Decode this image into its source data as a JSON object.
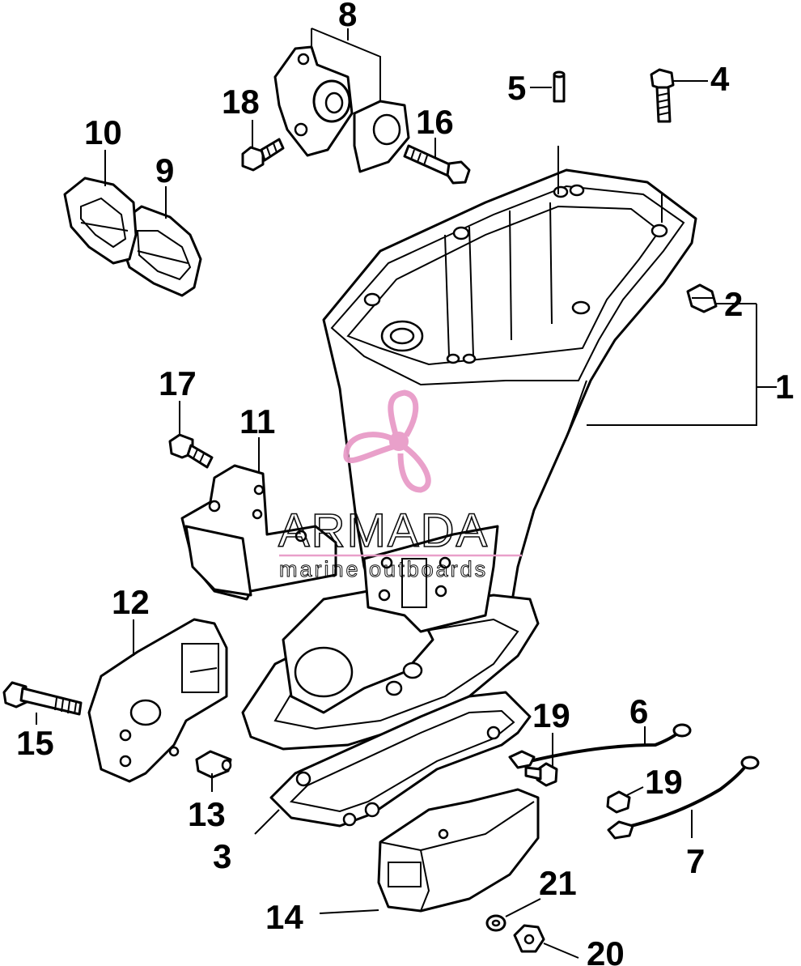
{
  "watermark": {
    "brand": "ARMADA",
    "tagline": "marine outboards",
    "accent_color": "#e89bc8",
    "icon": "propeller-icon"
  },
  "callouts": {
    "c1": "1",
    "c2": "2",
    "c3": "3",
    "c4": "4",
    "c5": "5",
    "c6": "6",
    "c7": "7",
    "c8": "8",
    "c9": "9",
    "c10": "10",
    "c11": "11",
    "c12": "12",
    "c13": "13",
    "c14": "14",
    "c15": "15",
    "c16": "16",
    "c17": "17",
    "c18": "18",
    "c19a": "19",
    "c19b": "19",
    "c20": "20",
    "c21": "21"
  }
}
